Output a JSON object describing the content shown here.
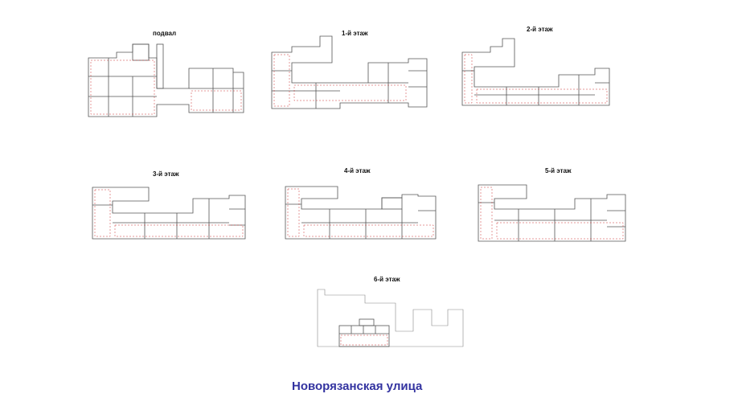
{
  "floors": [
    {
      "id": "basement",
      "title": "подвал"
    },
    {
      "id": "floor1",
      "title": "1-й этаж"
    },
    {
      "id": "floor2",
      "title": "2-й этаж"
    },
    {
      "id": "floor3",
      "title": "3-й этаж"
    },
    {
      "id": "floor4",
      "title": "4-й этаж"
    },
    {
      "id": "floor5",
      "title": "5-й этаж"
    },
    {
      "id": "floor6",
      "title": "6-й этаж"
    }
  ],
  "street": {
    "label": "Новорязанская улица",
    "color": "#3333a0"
  },
  "colors": {
    "wall": "#555555",
    "room_marks": "#cc3333",
    "outline": "#888888"
  }
}
